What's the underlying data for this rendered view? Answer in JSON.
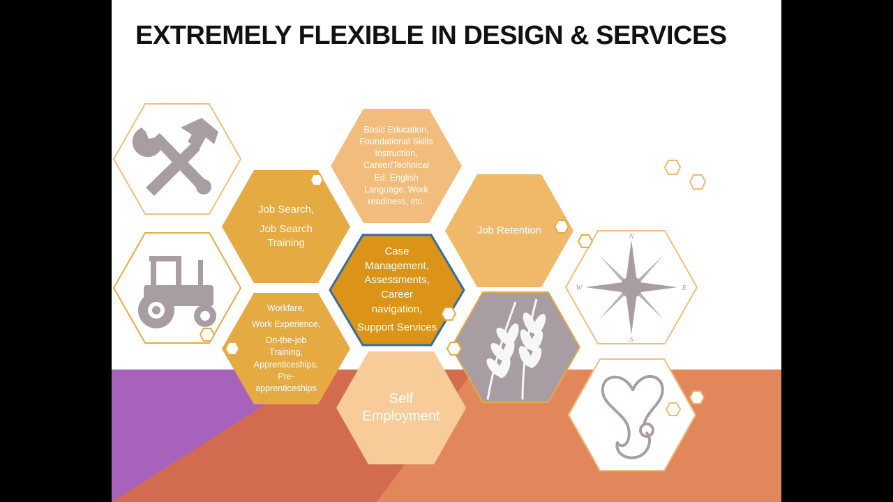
{
  "slide": {
    "title": "EXTREMELY FLEXIBLE IN DESIGN & SERVICES"
  },
  "colors": {
    "gold": "#e6aa42",
    "light_orange": "#f2bd7c",
    "peach": "#f7cc98",
    "amber_core": "#db9417",
    "blue_outline": "#2e6da4",
    "purple": "#a763bb",
    "coral": "#e2875c",
    "terracotta": "#d36b50",
    "icon_gray": "#a79da3"
  },
  "hexagons": {
    "job_search": {
      "lines": [
        "Job Search,",
        "Job Search Training"
      ]
    },
    "basic_education": {
      "lines": [
        "Basic Education,",
        "Foundational Skills",
        "Instruction,",
        "Career/Technical",
        "Ed, English",
        "Language, Work",
        "readiness, etc."
      ]
    },
    "job_retention": {
      "lines": [
        "Job Retention"
      ]
    },
    "case_management": {
      "lines": [
        "Case",
        "Management,",
        "Assessments,",
        "Career",
        "navigation,",
        "Support Services"
      ]
    },
    "workfare": {
      "lines": [
        "Workfare,",
        "Work Experience,",
        "On-the-job",
        "Training,",
        "Apprenticeships,",
        "Pre-",
        "apprenticeships"
      ]
    },
    "self_employment": {
      "lines": [
        "Self",
        "Employment"
      ]
    }
  },
  "icons": {
    "tools": "wrench-hammer-icon",
    "tractor": "tractor-icon",
    "compass": "compass-rose-icon",
    "wheat": "wheat-icon",
    "stethoscope": "stethoscope-icon"
  },
  "compass_labels": {
    "north": "N",
    "south": "S",
    "east": "E",
    "west": "W"
  }
}
